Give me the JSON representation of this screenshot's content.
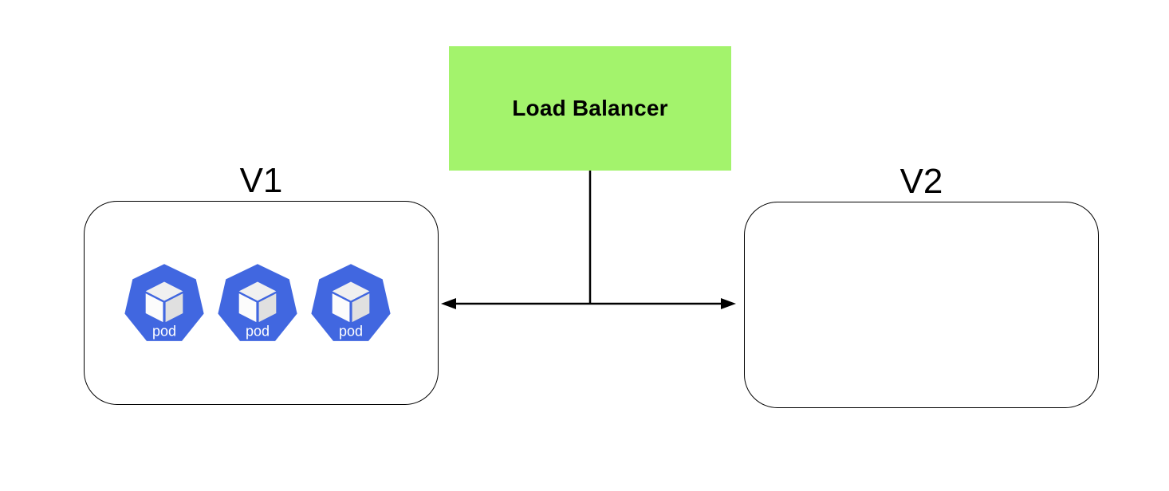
{
  "load_balancer": {
    "label": "Load Balancer"
  },
  "clusters": {
    "v1": {
      "label": "V1",
      "pods": [
        {
          "label": "pod"
        },
        {
          "label": "pod"
        },
        {
          "label": "pod"
        }
      ]
    },
    "v2": {
      "label": "V2",
      "pods": []
    }
  },
  "icons": {
    "pod_icon": "kubernetes-pod-heptagon-with-cube"
  },
  "colors": {
    "load_balancer_bg": "#A3F36C",
    "pod_fill": "#4167E0",
    "cube_top": "#F0F0F0",
    "cube_left": "#FCFCFC",
    "cube_right": "#E0E0E0",
    "pod_label_color": "#FFFFFF",
    "line_color": "#000000",
    "label_color": "#000000"
  }
}
